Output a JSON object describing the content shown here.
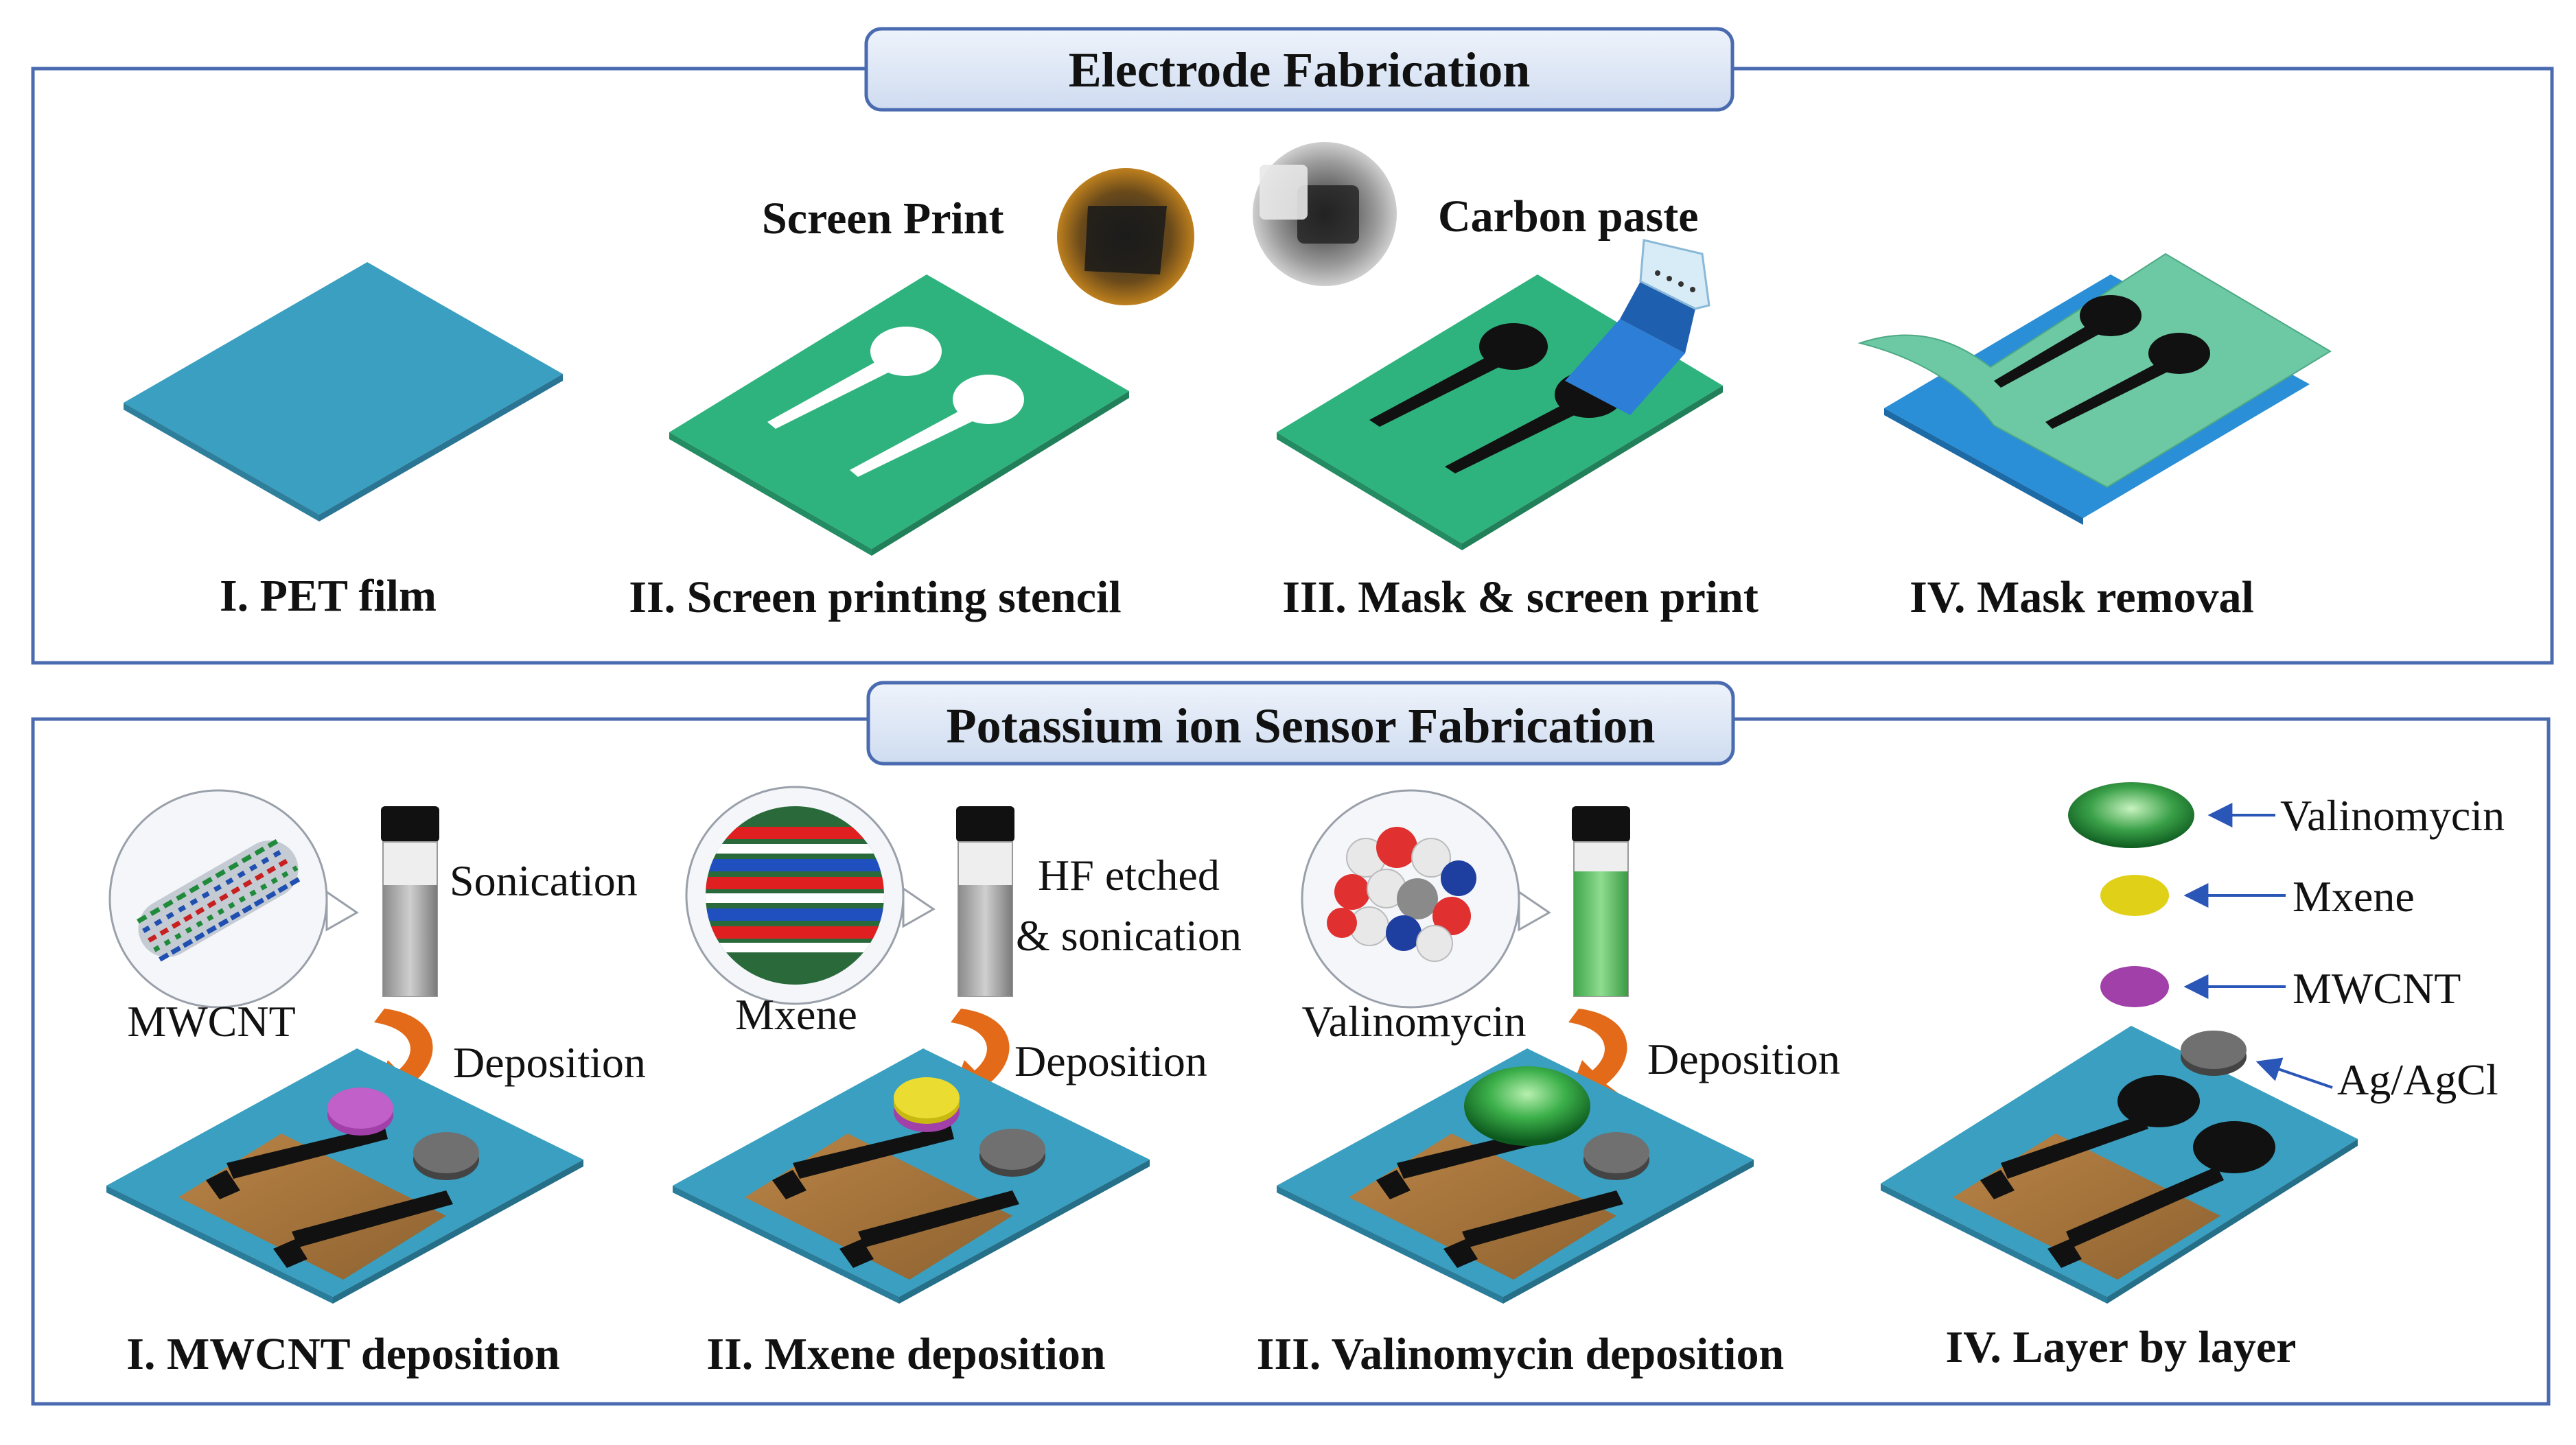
{
  "electrode_section": {
    "title": "Electrode Fabrication",
    "screen_print_label": "Screen Print",
    "carbon_paste_label": "Carbon paste",
    "steps": [
      "I. PET film",
      "II. Screen printing stencil",
      "III.  Mask & screen print",
      "IV.  Mask removal"
    ]
  },
  "sensor_section": {
    "title": "Potassium ion Sensor Fabrication",
    "materials": [
      "MWCNT",
      "Mxene",
      "Valinomycin"
    ],
    "processes": [
      "Sonication",
      "HF etched",
      "& sonication"
    ],
    "deposition_label": "Deposition",
    "steps": [
      "I. MWCNT deposition",
      "II. Mxene  deposition",
      "III. Valinomycin  deposition",
      "IV. Layer by layer"
    ],
    "legend": [
      "Valinomycin",
      "Mxene",
      "MWCNT",
      "Ag/AgCl"
    ]
  },
  "colors": {
    "pet": "#3a9fc0",
    "stencil": "#2fb37e",
    "mask": "#5fc4a0",
    "carbon": "#111111",
    "tape": "#a0733a",
    "mwcnt": "#a040a8",
    "mxene": "#e0d018",
    "valinomycin": "#1f9a3a",
    "agagcl": "#6a6a6a",
    "frame": "#4a6bb0",
    "arrow": "#e26a18"
  }
}
